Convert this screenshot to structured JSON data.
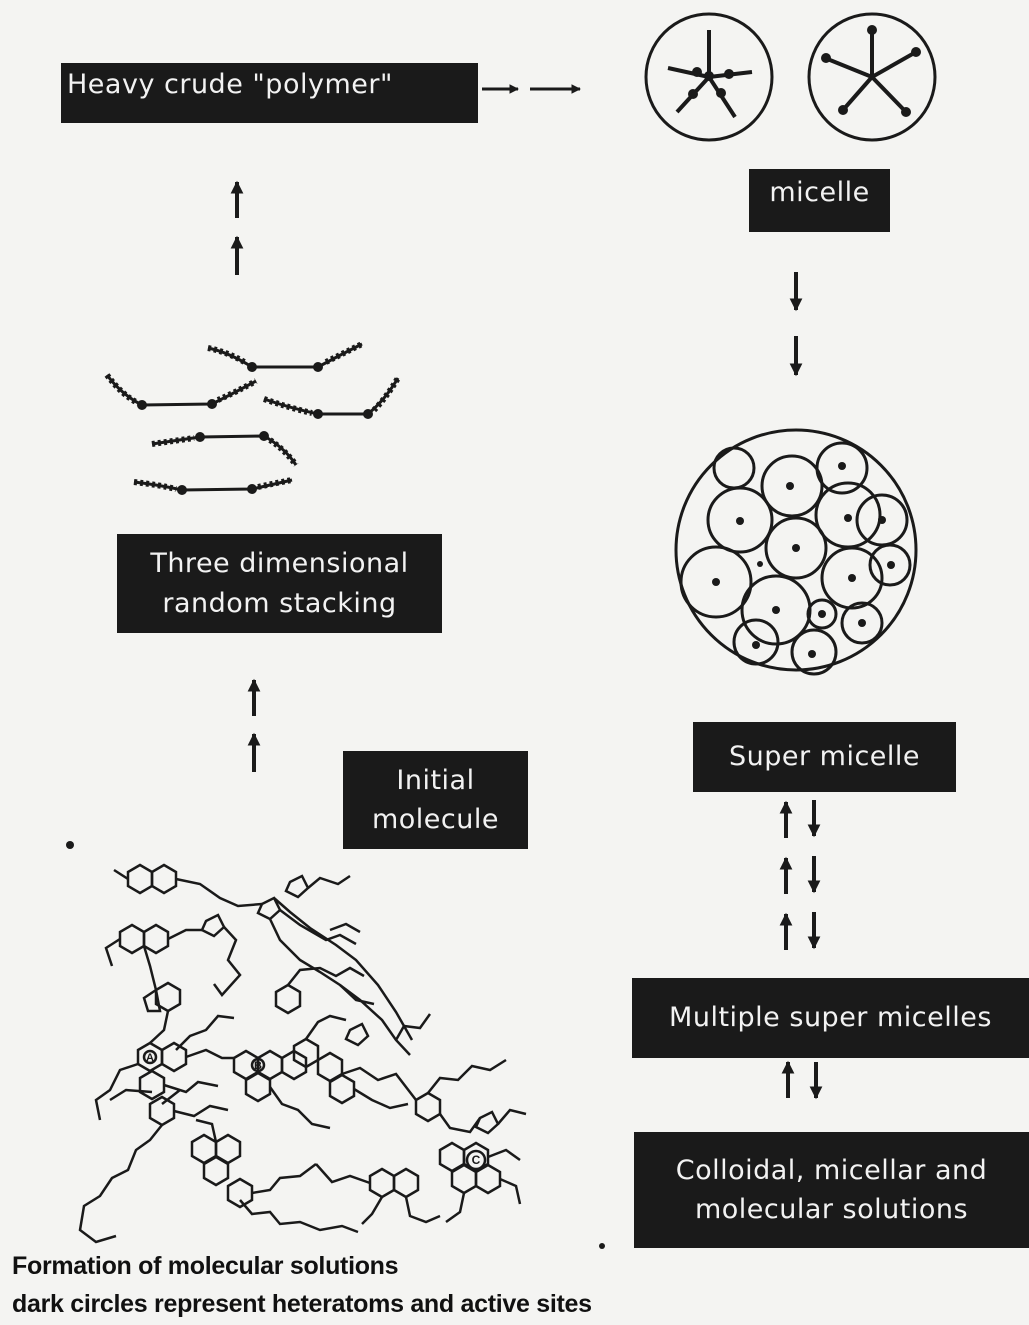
{
  "labels": {
    "heavy_crude": "Heavy crude \"polymer\"",
    "micelle": "micelle",
    "stacking_line1": "Three dimensional",
    "stacking_line2": "random stacking",
    "super_micelle": "Super micelle",
    "initial_line1": "Initial",
    "initial_line2": "molecule",
    "multiple_super_micelles": "Multiple super micelles",
    "solutions_line1": "Colloidal, micellar and",
    "solutions_line2": "molecular solutions"
  },
  "captions": {
    "line1": "Formation of molecular solutions",
    "line2": "dark circles represent heteratoms and active sites"
  },
  "ring_labels": [
    "A",
    "B",
    "C"
  ],
  "colors": {
    "box_fill": "#1a1a1a",
    "box_text": "#f2f2f2",
    "ink": "#1a1a1a",
    "background": "#f4f4f2"
  }
}
